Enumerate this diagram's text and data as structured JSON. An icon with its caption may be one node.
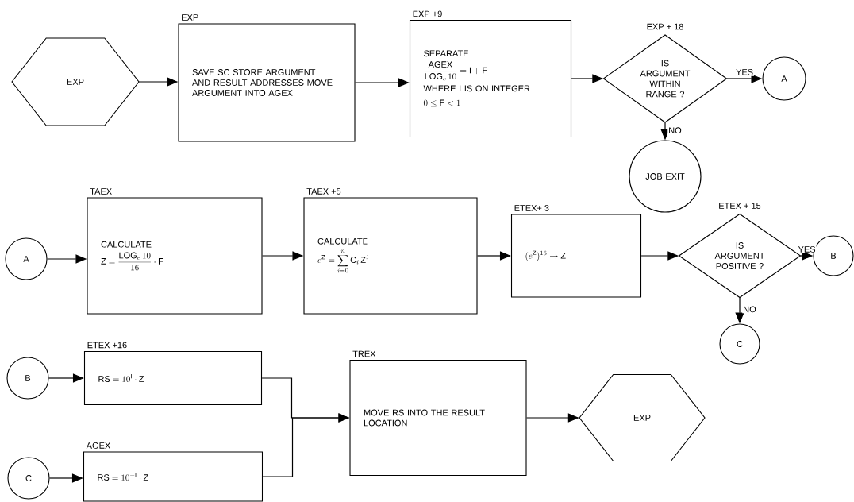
{
  "diagram": {
    "nodes": [
      {
        "text": [
          "EXP"
        ]
      },
      {
        "text": [
          "EXP",
          "SAVE SC STORE ARGUMENT AND RESULT ADDRESSES MOVE ARGUMENT INTO AGEX"
        ]
      },
      {
        "text": [
          "EXP +9",
          "SEPARATE",
          "\\frac{\\mathrm{AGEX}}{\\mathrm{LOG}_{e}\\,10} = \\mathrm{I} + \\mathrm{F}",
          "WHERE I IS ON INTEGER",
          "0 \\le \\mathrm{F} < 1"
        ]
      },
      {
        "text": [
          "EXP + 18",
          "IS ARGUMENT WITHIN RANGE ?"
        ]
      },
      {
        "text": [
          "A"
        ]
      },
      {
        "text": [
          "JOB EXIT"
        ]
      },
      {
        "text": [
          "A"
        ]
      },
      {
        "text": [
          "TAEX",
          "CALCULATE",
          "\\mathrm{Z} = \\frac{\\mathrm{LOG}_{e}\\,10}{16}\\cdot \\mathrm{F}"
        ]
      },
      {
        "text": [
          "TAEX +5",
          "CALCULATE",
          "e^{\\mathrm{Z}} = \\sum_{i=0}^{n} \\mathrm{C}_{i}\\,\\mathrm{Z}^{i}"
        ]
      },
      {
        "text": [
          "ETEX+ 3",
          "(e^{\\mathrm{Z}})^{16} \\rightarrow \\mathrm{Z}"
        ]
      },
      {
        "text": [
          "ETEX + 15",
          "IS ARGUMENT POSITIVE ?"
        ]
      },
      {
        "text": [
          "B"
        ]
      },
      {
        "text": [
          "C"
        ]
      },
      {
        "text": [
          "B"
        ]
      },
      {
        "text": [
          "ETEX +16",
          "\\mathrm{RS} = 10^{\\mathrm{I}} \\cdot \\mathrm{Z}"
        ]
      },
      {
        "text": [
          "C"
        ]
      },
      {
        "text": [
          "AGEX",
          "\\mathrm{RS} = 10^{-\\mathrm{I}} \\cdot \\mathrm{Z}"
        ]
      },
      {
        "text": [
          "TREX",
          "MOVE RS INTO THE RESULT LOCATION"
        ]
      },
      {
        "text": [
          "EXP"
        ]
      }
    ],
    "edges": [
      {
        "from": 0,
        "to": 1,
        "arrow": "to"
      },
      {
        "from": 1,
        "to": 2,
        "arrow": "to"
      },
      {
        "from": 2,
        "to": 3,
        "arrow": "to"
      },
      {
        "from": 3,
        "to": 4,
        "arrow": "to",
        "label": "YES"
      },
      {
        "from": 3,
        "to": 5,
        "arrow": "to",
        "label": "NO"
      },
      {
        "from": 6,
        "to": 7,
        "arrow": "to"
      },
      {
        "from": 7,
        "to": 8,
        "arrow": "to"
      },
      {
        "from": 8,
        "to": 9,
        "arrow": "to"
      },
      {
        "from": 9,
        "to": 10,
        "arrow": "to"
      },
      {
        "from": 10,
        "to": 11,
        "arrow": "to",
        "label": "YES"
      },
      {
        "from": 10,
        "to": 12,
        "arrow": "to",
        "label": "NO"
      },
      {
        "from": 13,
        "to": 14,
        "arrow": "to"
      },
      {
        "from": 15,
        "to": 16,
        "arrow": "to"
      },
      {
        "from": 14,
        "to": 17,
        "arrow": "to"
      },
      {
        "from": 16,
        "to": 17,
        "arrow": "to"
      },
      {
        "from": 17,
        "to": 18,
        "arrow": "to"
      }
    ]
  }
}
